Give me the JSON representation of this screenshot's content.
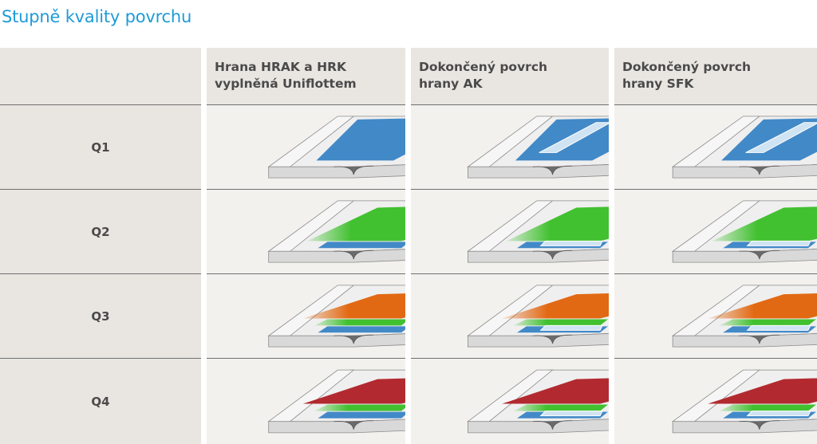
{
  "title": "Stupně kvality povrchu",
  "columns": [
    "Hrana HRAK a HRK\nvyplněná Uniflottem",
    "Dokončený povrch\nhrany AK",
    "Dokončený povrch\nhrany SFK"
  ],
  "rows": [
    {
      "label": "Q1",
      "layers": [
        "blue"
      ]
    },
    {
      "label": "Q2",
      "layers": [
        "blue",
        "green"
      ]
    },
    {
      "label": "Q3",
      "layers": [
        "blue",
        "green",
        "orange"
      ]
    },
    {
      "label": "Q4",
      "layers": [
        "blue",
        "green",
        "red"
      ]
    }
  ],
  "colors": {
    "title": "#1e9bd7",
    "header_bg": "#e9e6e1",
    "cell_bg": "#f3f1ee",
    "text": "#4a4a4a",
    "blue": "#3d86c6",
    "green": "#3cbf2a",
    "orange": "#e2650c",
    "red": "#b0242a",
    "board": "#efefef"
  }
}
